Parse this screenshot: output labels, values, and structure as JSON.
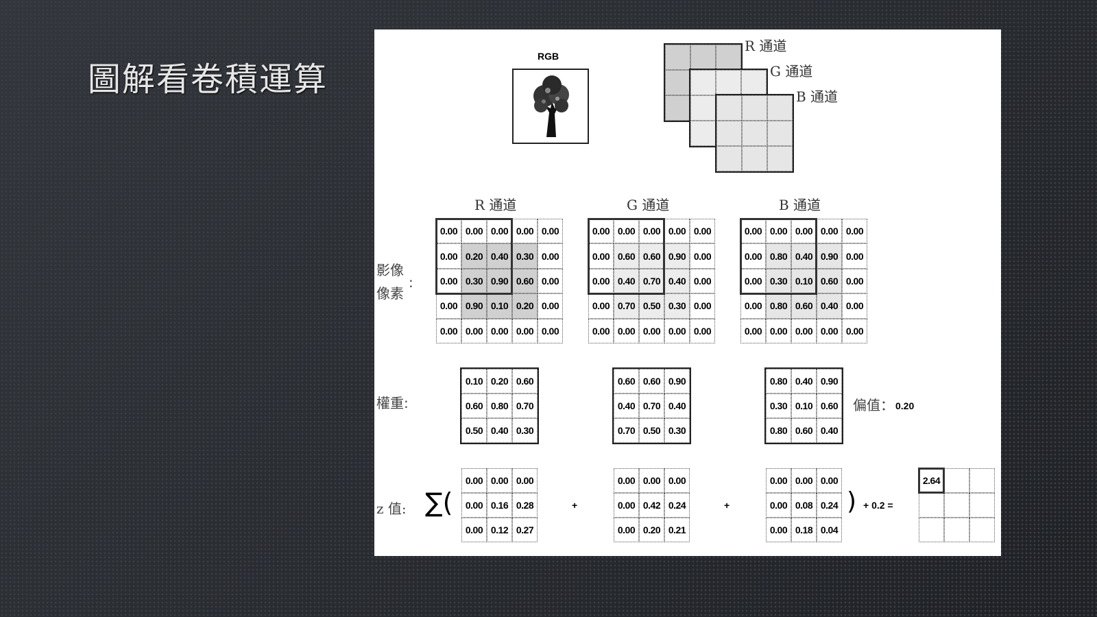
{
  "title": "圖解看卷積運算",
  "top": {
    "rgb_label": "RGB",
    "channel_labels": [
      "R 通道",
      "G 通道",
      "B 通道"
    ]
  },
  "colors": {
    "r_shade": "#d0d0d0",
    "g_shade": "#ececec",
    "b_shade": "#e6e6e6"
  },
  "pixels": {
    "label_line1": "影像",
    "label_line2": "像素",
    "colon": ":",
    "channels": [
      {
        "label": "R 通道",
        "values": [
          [
            "0.00",
            "0.00",
            "0.00",
            "0.00",
            "0.00"
          ],
          [
            "0.00",
            "0.20",
            "0.40",
            "0.30",
            "0.00"
          ],
          [
            "0.00",
            "0.30",
            "0.90",
            "0.60",
            "0.00"
          ],
          [
            "0.00",
            "0.90",
            "0.10",
            "0.20",
            "0.00"
          ],
          [
            "0.00",
            "0.00",
            "0.00",
            "0.00",
            "0.00"
          ]
        ]
      },
      {
        "label": "G 通道",
        "values": [
          [
            "0.00",
            "0.00",
            "0.00",
            "0.00",
            "0.00"
          ],
          [
            "0.00",
            "0.60",
            "0.60",
            "0.90",
            "0.00"
          ],
          [
            "0.00",
            "0.40",
            "0.70",
            "0.40",
            "0.00"
          ],
          [
            "0.00",
            "0.70",
            "0.50",
            "0.30",
            "0.00"
          ],
          [
            "0.00",
            "0.00",
            "0.00",
            "0.00",
            "0.00"
          ]
        ]
      },
      {
        "label": "B 通道",
        "values": [
          [
            "0.00",
            "0.00",
            "0.00",
            "0.00",
            "0.00"
          ],
          [
            "0.00",
            "0.80",
            "0.40",
            "0.90",
            "0.00"
          ],
          [
            "0.00",
            "0.30",
            "0.10",
            "0.60",
            "0.00"
          ],
          [
            "0.00",
            "0.80",
            "0.60",
            "0.40",
            "0.00"
          ],
          [
            "0.00",
            "0.00",
            "0.00",
            "0.00",
            "0.00"
          ]
        ]
      }
    ]
  },
  "weights": {
    "label": "權重:",
    "bias_label": "偏值：",
    "bias_value": "0.20",
    "kernels": [
      [
        [
          "0.10",
          "0.20",
          "0.60"
        ],
        [
          "0.60",
          "0.80",
          "0.70"
        ],
        [
          "0.50",
          "0.40",
          "0.30"
        ]
      ],
      [
        [
          "0.60",
          "0.60",
          "0.90"
        ],
        [
          "0.40",
          "0.70",
          "0.40"
        ],
        [
          "0.70",
          "0.50",
          "0.30"
        ]
      ],
      [
        [
          "0.80",
          "0.40",
          "0.90"
        ],
        [
          "0.30",
          "0.10",
          "0.60"
        ],
        [
          "0.80",
          "0.60",
          "0.40"
        ]
      ]
    ]
  },
  "z": {
    "label": "z 值:",
    "sum_symbol": "∑(",
    "plus": "+",
    "close": ")",
    "bias_eq": "+ 0.2 =",
    "products": [
      [
        [
          "0.00",
          "0.00",
          "0.00"
        ],
        [
          "0.00",
          "0.16",
          "0.28"
        ],
        [
          "0.00",
          "0.12",
          "0.27"
        ]
      ],
      [
        [
          "0.00",
          "0.00",
          "0.00"
        ],
        [
          "0.00",
          "0.42",
          "0.24"
        ],
        [
          "0.00",
          "0.20",
          "0.21"
        ]
      ],
      [
        [
          "0.00",
          "0.00",
          "0.00"
        ],
        [
          "0.00",
          "0.08",
          "0.24"
        ],
        [
          "0.00",
          "0.18",
          "0.04"
        ]
      ]
    ],
    "result": [
      [
        "2.64",
        "",
        ""
      ],
      [
        "",
        "",
        ""
      ],
      [
        "",
        "",
        ""
      ]
    ]
  }
}
